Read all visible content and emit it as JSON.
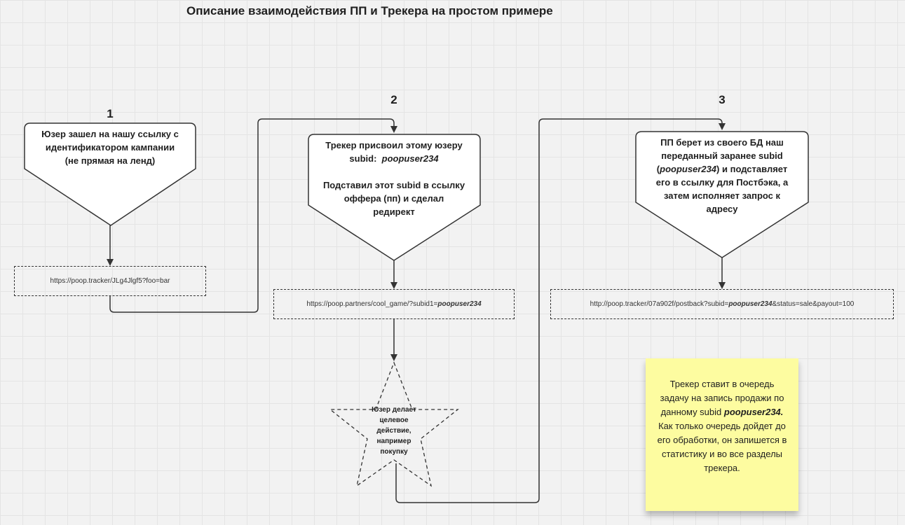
{
  "title": "Описание взаимодействия ПП и Трекера на простом примере",
  "steps": [
    {
      "number": "1",
      "line1": "Юзер зашел на нашу ссылку с",
      "line2": "идентификатором кампании",
      "line3": "(не прямая на ленд)"
    },
    {
      "number": "2",
      "line1": "Трекер присвоил этому юзеру",
      "line2_prefix": "subid:  ",
      "line2_subid": "poopuser234",
      "line3": "Подставил этот subid в ссылку",
      "line4": "оффера (пп) и сделал",
      "line5": "редирект"
    },
    {
      "number": "3",
      "line1": "ПП берет из своего БД наш",
      "line2": "переданный заранее subid",
      "line3_open": "(",
      "line3_subid": "poopuser234",
      "line3_rest": ") и подставляет",
      "line4": "его в ссылку для Постбэка, а",
      "line5": "затем исполняет запрос к",
      "line6": "адресу"
    }
  ],
  "urls": {
    "campaign": "https://poop.tracker/JLg4Jlgf5?foo=bar",
    "offer_prefix": "https://poop.partners/cool_game/?subid1=",
    "offer_subid": "poopuser234",
    "postback_prefix": "http://poop.tracker/07a902f/postback?subid=",
    "postback_subid": "poopuser234",
    "postback_suffix": "&status=sale&payout=100"
  },
  "star": {
    "line1": "Юзер делает",
    "line2": "целевое",
    "line3": "действие,",
    "line4": "например",
    "line5": "покупку"
  },
  "note": {
    "before": "Трекер ставит в очередь задачу на запись продажи по данному subid ",
    "subid": "poopuser234.",
    "after": " Как только очередь дойдет до его обработки, он запишется в статистику и во все разделы трекера."
  },
  "colors": {
    "background": "#f2f2f2",
    "shape_fill": "#ffffff",
    "stroke": "#333333",
    "note_fill": "#fdfca0"
  }
}
